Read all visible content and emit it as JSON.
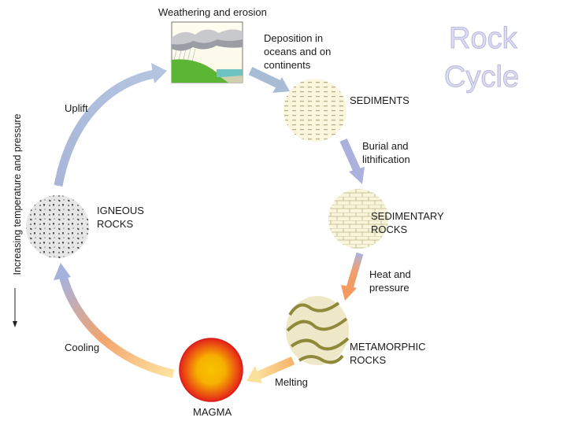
{
  "title": {
    "line1": "Rock",
    "line2": "Cycle"
  },
  "axis_label": "Increasing temperature and pressure",
  "stages": {
    "weathering": "Weathering and erosion",
    "sediments": "SEDIMENTS",
    "sedimentary_rocks": {
      "line1": "SEDIMENTARY",
      "line2": "ROCKS"
    },
    "metamorphic_rocks": {
      "line1": "METAMORPHIC",
      "line2": "ROCKS"
    },
    "magma": "MAGMA",
    "igneous_rocks": {
      "line1": "IGNEOUS",
      "line2": "ROCKS"
    }
  },
  "processes": {
    "deposition": {
      "line1": "Deposition in",
      "line2": "oceans and on",
      "line3": "continents"
    },
    "burial": {
      "line1": "Burial and",
      "line2": "lithification"
    },
    "heat": {
      "line1": "Heat and",
      "line2": "pressure"
    },
    "melting": "Melting",
    "cooling": "Cooling",
    "uplift": "Uplift"
  }
}
